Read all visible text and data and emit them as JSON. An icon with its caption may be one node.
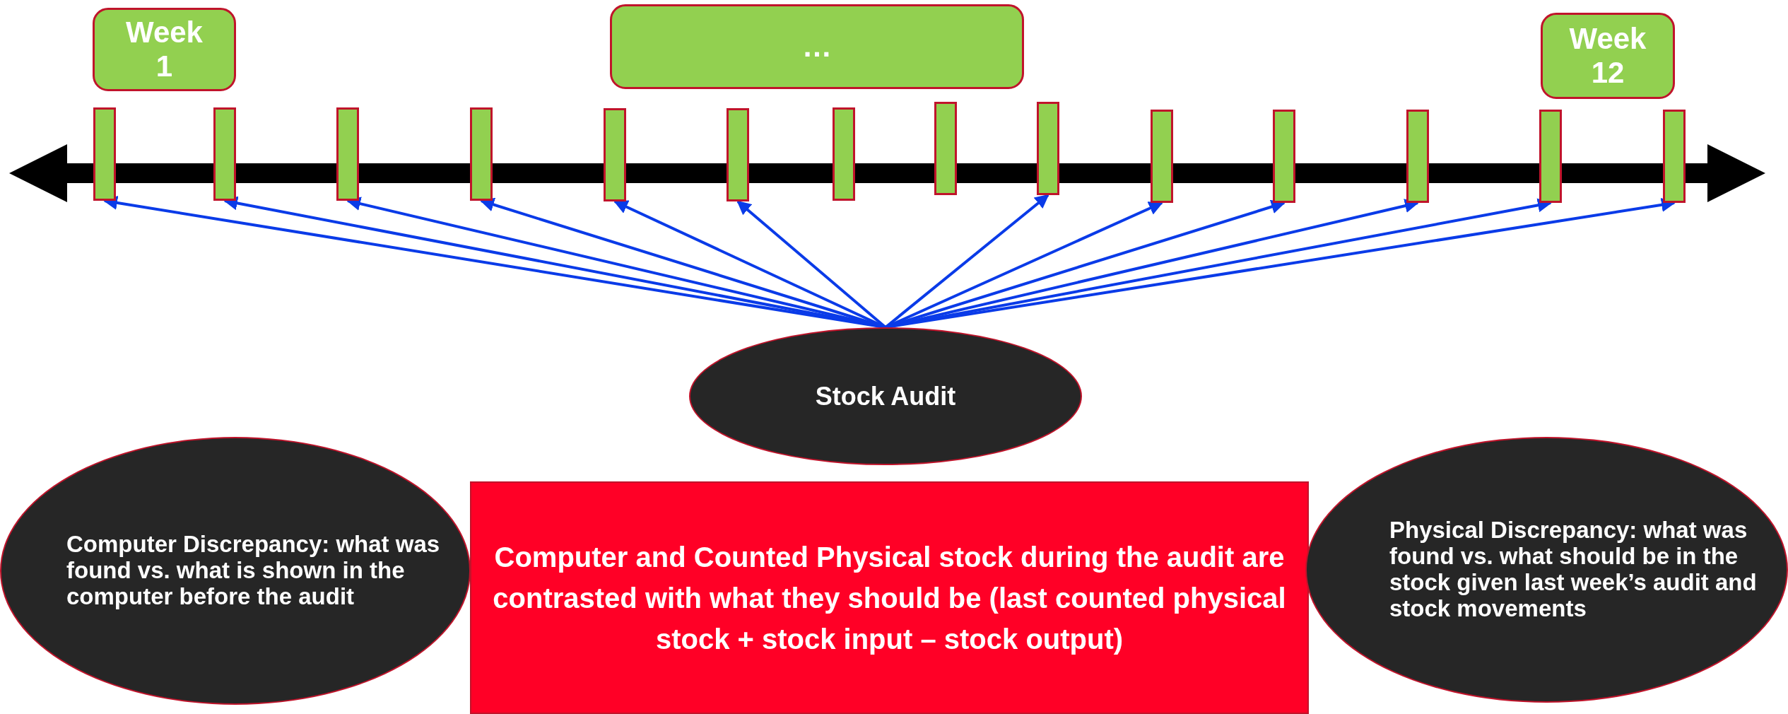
{
  "diagram": {
    "nodes": [
      {
        "text": [
          "Week 1"
        ]
      },
      {
        "text": [
          "…"
        ]
      },
      {
        "text": [
          "Week 12"
        ]
      },
      {
        "text": [],
        "shape": "bar"
      },
      {
        "text": [],
        "shape": "bar"
      },
      {
        "text": [],
        "shape": "bar"
      },
      {
        "text": [],
        "shape": "bar"
      },
      {
        "text": [],
        "shape": "bar"
      },
      {
        "text": [],
        "shape": "bar"
      },
      {
        "text": [],
        "shape": "bar"
      },
      {
        "text": [],
        "shape": "bar"
      },
      {
        "text": [],
        "shape": "bar"
      },
      {
        "text": [],
        "shape": "bar"
      },
      {
        "text": [],
        "shape": "bar"
      },
      {
        "text": [],
        "shape": "bar"
      },
      {
        "text": [],
        "shape": "bar"
      },
      {
        "text": [],
        "shape": "bar"
      },
      {
        "text": [
          "Stock Audit"
        ]
      },
      {
        "text": [
          "Computer Discrepancy: what was found vs. what is shown in the computer before the audit"
        ]
      },
      {
        "text": [
          "Computer and Counted Physical stock during the audit are contrasted with what they should be (last counted physical stock + stock input – stock output)"
        ]
      },
      {
        "text": [
          "Physical Discrepancy: what was found vs. what should be in the stock given last week’s audit and stock movements"
        ]
      }
    ],
    "edges": [
      {
        "from": 17,
        "to": 3,
        "arrow": "to"
      },
      {
        "from": 17,
        "to": 4,
        "arrow": "to"
      },
      {
        "from": 17,
        "to": 5,
        "arrow": "to"
      },
      {
        "from": 17,
        "to": 6,
        "arrow": "to"
      },
      {
        "from": 17,
        "to": 7,
        "arrow": "to"
      },
      {
        "from": 17,
        "to": 8,
        "arrow": "to"
      },
      {
        "from": 17,
        "to": 11,
        "arrow": "to"
      },
      {
        "from": 17,
        "to": 12,
        "arrow": "to"
      },
      {
        "from": 17,
        "to": 13,
        "arrow": "to"
      },
      {
        "from": 17,
        "to": 14,
        "arrow": "to"
      },
      {
        "from": 17,
        "to": 15,
        "arrow": "to"
      },
      {
        "from": 17,
        "to": 16,
        "arrow": "to"
      }
    ]
  }
}
